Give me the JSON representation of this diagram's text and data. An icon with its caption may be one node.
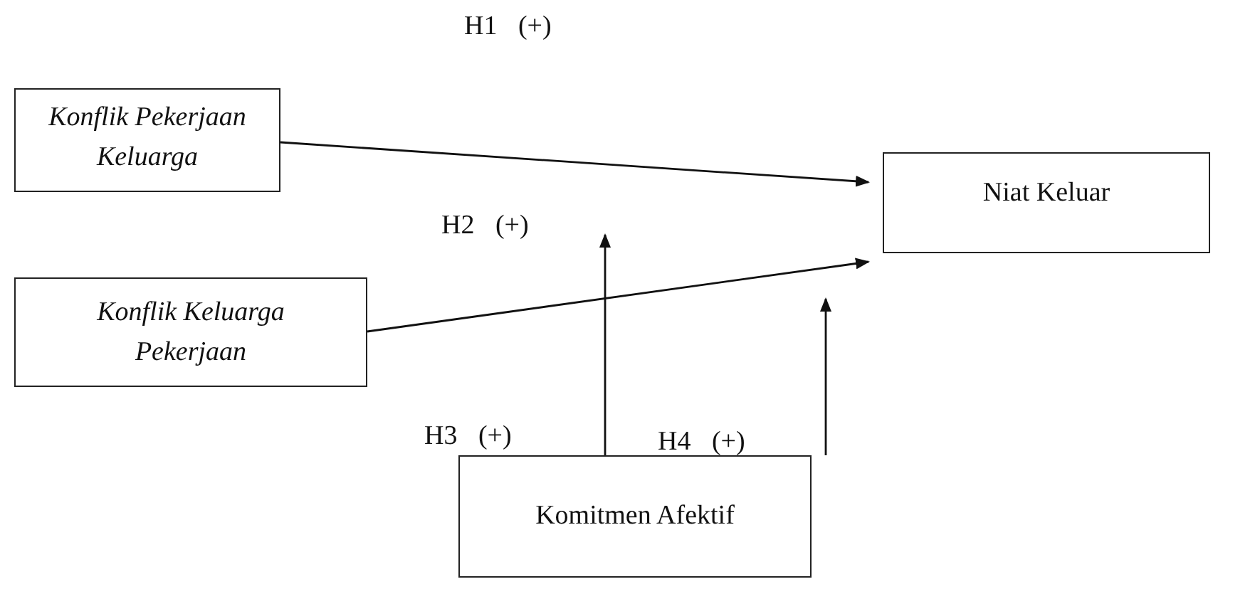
{
  "diagram": {
    "nodes": [
      {
        "text": [
          "Konflik Pekerjaan Keluarga"
        ]
      },
      {
        "text": [
          "Niat Keluar"
        ]
      },
      {
        "text": [
          "Konflik Keluarga Pekerjaan"
        ]
      },
      {
        "text": [
          "Komitmen Afektif"
        ]
      }
    ],
    "edges": [
      {
        "from": 0,
        "to": 1,
        "arrow": "to"
      },
      {
        "from": 2,
        "to": 1,
        "arrow": "to"
      },
      {
        "from": 3,
        "to": null,
        "arrow": "to"
      },
      {
        "from": 3,
        "to": null,
        "arrow": "to"
      }
    ],
    "labels": [
      "H1 (+)",
      "H2 (+)",
      "H3 (+)",
      "H4 (+)"
    ]
  }
}
